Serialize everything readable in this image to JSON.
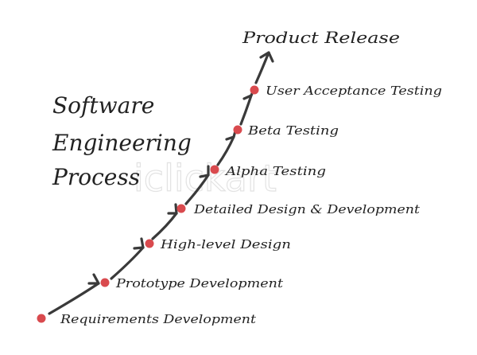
{
  "title_lines": [
    "Software",
    "Engineering",
    "Process"
  ],
  "watermark": "iclickart",
  "colors": {
    "dot": "#d94a4e",
    "arrow": "#3a3a3a",
    "text": "#222222"
  },
  "steps": [
    {
      "label": "Requirements Development"
    },
    {
      "label": "Prototype Development"
    },
    {
      "label": "High-level Design"
    },
    {
      "label": "Detailed Design & Development"
    },
    {
      "label": "Alpha Testing"
    },
    {
      "label": "Beta Testing"
    },
    {
      "label": "User Acceptance Testing"
    }
  ],
  "final_label": "Product Release"
}
